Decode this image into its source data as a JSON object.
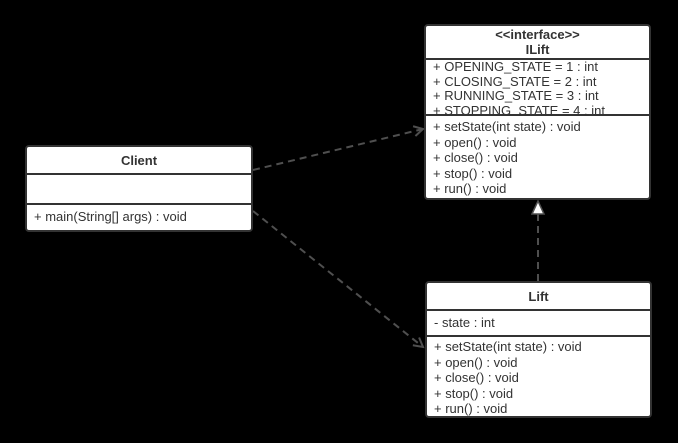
{
  "diagram": {
    "background_color": "#000000",
    "box_fill_color": "#ffffff",
    "box_border_color": "#333333",
    "text_color": "#333333",
    "arrow_color": "#4f4f4f"
  },
  "classes": {
    "ilift": {
      "stereotype": "<<interface>>",
      "name": "ILift",
      "fields": [
        "+ OPENING_STATE = 1 : int",
        "+ CLOSING_STATE = 2 : int",
        "+ RUNNING_STATE = 3 : int",
        "+ STOPPING_STATE = 4 : int"
      ],
      "methods": [
        "+ setState(int state) : void",
        "+ open() : void",
        "+ close() : void",
        "+ stop() : void",
        "+ run() : void"
      ]
    },
    "client": {
      "name": "Client",
      "fields": [],
      "methods": [
        "+ main(String[] args) : void"
      ]
    },
    "lift": {
      "name": "Lift",
      "fields": [
        "- state : int"
      ],
      "methods": [
        "+ setState(int state) : void",
        "+ open() : void",
        "+ close() : void",
        "+ stop() : void",
        "+ run() : void"
      ]
    }
  },
  "relations": [
    {
      "type": "dependency",
      "from": "Client",
      "to": "ILift",
      "line_style": "dashed",
      "arrowhead": "open"
    },
    {
      "type": "dependency",
      "from": "Client",
      "to": "Lift",
      "line_style": "dashed",
      "arrowhead": "open"
    },
    {
      "type": "realization",
      "from": "Lift",
      "to": "ILift",
      "line_style": "dashed",
      "arrowhead": "hollow-triangle"
    }
  ]
}
